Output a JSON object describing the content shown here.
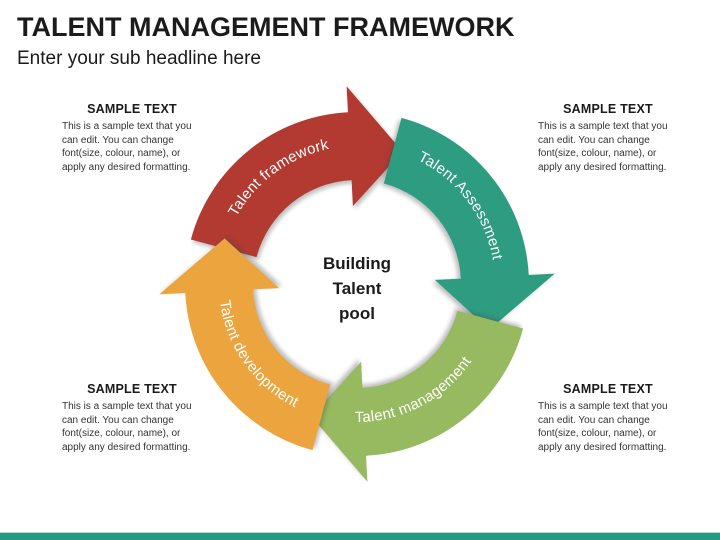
{
  "slide": {
    "title": "TALENT MANAGEMENT FRAMEWORK",
    "subtitle": "Enter your sub headline here"
  },
  "cycle": {
    "center_label_lines": [
      "Building",
      "Talent",
      "pool"
    ],
    "arrows": [
      {
        "id": "talent-framework",
        "label": "Talent framework",
        "color": "#B23A31"
      },
      {
        "id": "talent-assessment",
        "label": "Talent Assessment",
        "color": "#2E9C81"
      },
      {
        "id": "talent-management",
        "label": "Talent management",
        "color": "#97BA60"
      },
      {
        "id": "talent-development",
        "label": "Talent development",
        "color": "#EBA43E"
      }
    ]
  },
  "sample_blocks": [
    {
      "position": "top-left",
      "heading": "SAMPLE TEXT",
      "body_lines": [
        "This is a sample text that you",
        "can edit. You can change",
        "font(size, colour, name), or",
        "apply any desired formatting."
      ]
    },
    {
      "position": "top-right",
      "heading": "SAMPLE TEXT",
      "body_lines": [
        "This is a sample text that you",
        "can edit. You can change",
        "font(size, colour, name), or",
        "apply any desired formatting."
      ]
    },
    {
      "position": "bottom-left",
      "heading": "SAMPLE TEXT",
      "body_lines": [
        "This is a sample text that you",
        "can edit. You can change",
        "font(size, colour, name), or",
        "apply any desired formatting."
      ]
    },
    {
      "position": "bottom-right",
      "heading": "SAMPLE TEXT",
      "body_lines": [
        "This is a sample text that you",
        "can edit. You can change",
        "font(size, colour, name), or",
        "apply any desired formatting."
      ]
    }
  ],
  "footer": {
    "bar_color": "#219C80"
  }
}
